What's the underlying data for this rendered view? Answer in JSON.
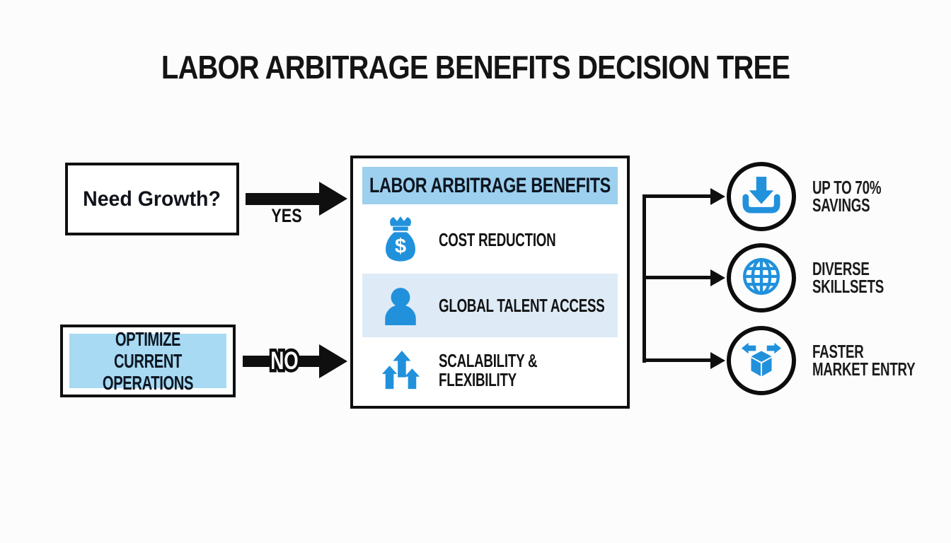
{
  "title": "LABOR ARBITRAGE BENEFITS DECISION TREE",
  "decision": {
    "question": "Need Growth?",
    "yes_label": "YES",
    "no_label": "NO",
    "no_outcome": "OPTIMIZE CURRENT OPERATIONS"
  },
  "benefits_box": {
    "header": "LABOR ARBITRAGE BENEFITS",
    "rows": [
      {
        "icon": "money-bag-icon",
        "label": "COST REDUCTION"
      },
      {
        "icon": "person-icon",
        "label": "GLOBAL TALENT ACCESS"
      },
      {
        "icon": "growth-arrows-icon",
        "label_line1": "SCALABILITY &",
        "label_line2": "FLEXIBILITY"
      }
    ]
  },
  "outcomes": [
    {
      "icon": "download-icon",
      "line1": "UP TO 70%",
      "line2": "SAVINGS"
    },
    {
      "icon": "globe-icon",
      "line1": "DIVERSE",
      "line2": "SKILLSETS"
    },
    {
      "icon": "cube-expand-icon",
      "line1": "FASTER",
      "line2": "MARKET ENTRY"
    }
  ],
  "colors": {
    "icon_blue": "#2191dc",
    "banner_blue": "#9dd0ee",
    "row_highlight_blue": "#deebf7",
    "action_box_blue": "#a8daf3",
    "line_black": "#0f0f0f",
    "background": "#fcfcfd",
    "text_dark": "#0d1722"
  }
}
